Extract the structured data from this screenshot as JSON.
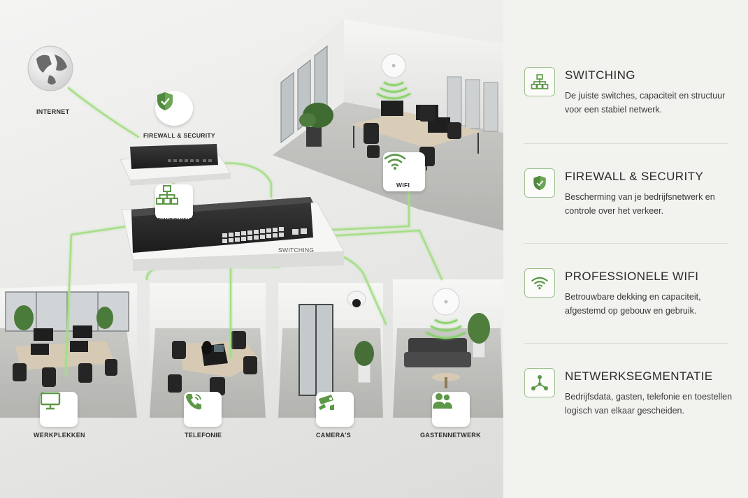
{
  "diagram": {
    "labels": {
      "internet": "INTERNET",
      "firewall": "FIREWALL & SECURITY",
      "switching_tile": "SWITCHING",
      "switching_floor": "SWITCHING",
      "wifi": "WIFI",
      "werkplekken": "WERKPLEKKEN",
      "telefonie": "TELEFONIE",
      "cameras": "CAMERA'S",
      "gastennetwerk": "GASTENNETWERK"
    },
    "colors": {
      "accent": "#6a9a55",
      "link": "#a8e08a"
    },
    "icons": [
      "globe-icon",
      "shield-icon",
      "network-icon",
      "wifi-icon",
      "monitor-icon",
      "phone-icon",
      "camera-icon",
      "users-icon"
    ]
  },
  "features": [
    {
      "title": "SWITCHING",
      "desc": "De juiste switches, capaciteit en structuur voor een stabiel netwerk.",
      "icon": "network-icon"
    },
    {
      "title": "FIREWALL & SECURITY",
      "desc": "Bescherming van je bedrijfsnetwerk en controle over het verkeer.",
      "icon": "shield-icon"
    },
    {
      "title": "PROFESSIONELE WIFI",
      "desc": "Betrouwbare dekking en capaciteit, afgestemd op gebouw en gebruik.",
      "icon": "wifi-icon"
    },
    {
      "title": "NETWERKSEGMENTATIE",
      "desc": "Bedrijfsdata, gasten, telefonie en toestellen logisch van elkaar gescheiden.",
      "icon": "segment-icon"
    }
  ]
}
